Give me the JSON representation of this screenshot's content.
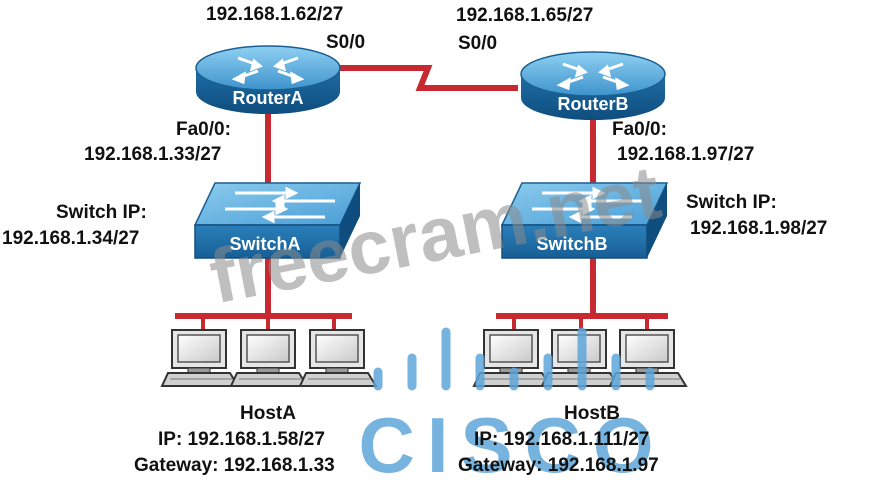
{
  "routers": {
    "a": {
      "name": "RouterA",
      "serial_ip": "192.168.1.62/27",
      "serial_if": "S0/0",
      "fa_if": "Fa0/0:",
      "fa_ip": "192.168.1.33/27"
    },
    "b": {
      "name": "RouterB",
      "serial_ip": "192.168.1.65/27",
      "serial_if": "S0/0",
      "fa_if": "Fa0/0:",
      "fa_ip": "192.168.1.97/27"
    }
  },
  "switches": {
    "a": {
      "name": "SwitchA",
      "ip_label": "Switch IP:",
      "ip": "192.168.1.34/27"
    },
    "b": {
      "name": "SwitchB",
      "ip_label": "Switch IP:",
      "ip": "192.168.1.98/27"
    }
  },
  "hosts": {
    "a": {
      "name": "HostA",
      "ip": "IP: 192.168.1.58/27",
      "gateway": "Gateway: 192.168.1.33"
    },
    "b": {
      "name": "HostB",
      "ip": "IP: 192.168.1.111/27",
      "gateway": "Gateway: 192.168.1.97"
    }
  },
  "watermarks": {
    "site": "freecram.net",
    "brand": "CISCO"
  },
  "colors": {
    "link": "#c8282f",
    "device_blue": "#1f6fa8",
    "device_light": "#4d9fd3",
    "watermark": "#8a8a8a",
    "brand": "#5fa6d9"
  },
  "icons": [
    "router-icon",
    "switch-icon",
    "pc-icon"
  ]
}
